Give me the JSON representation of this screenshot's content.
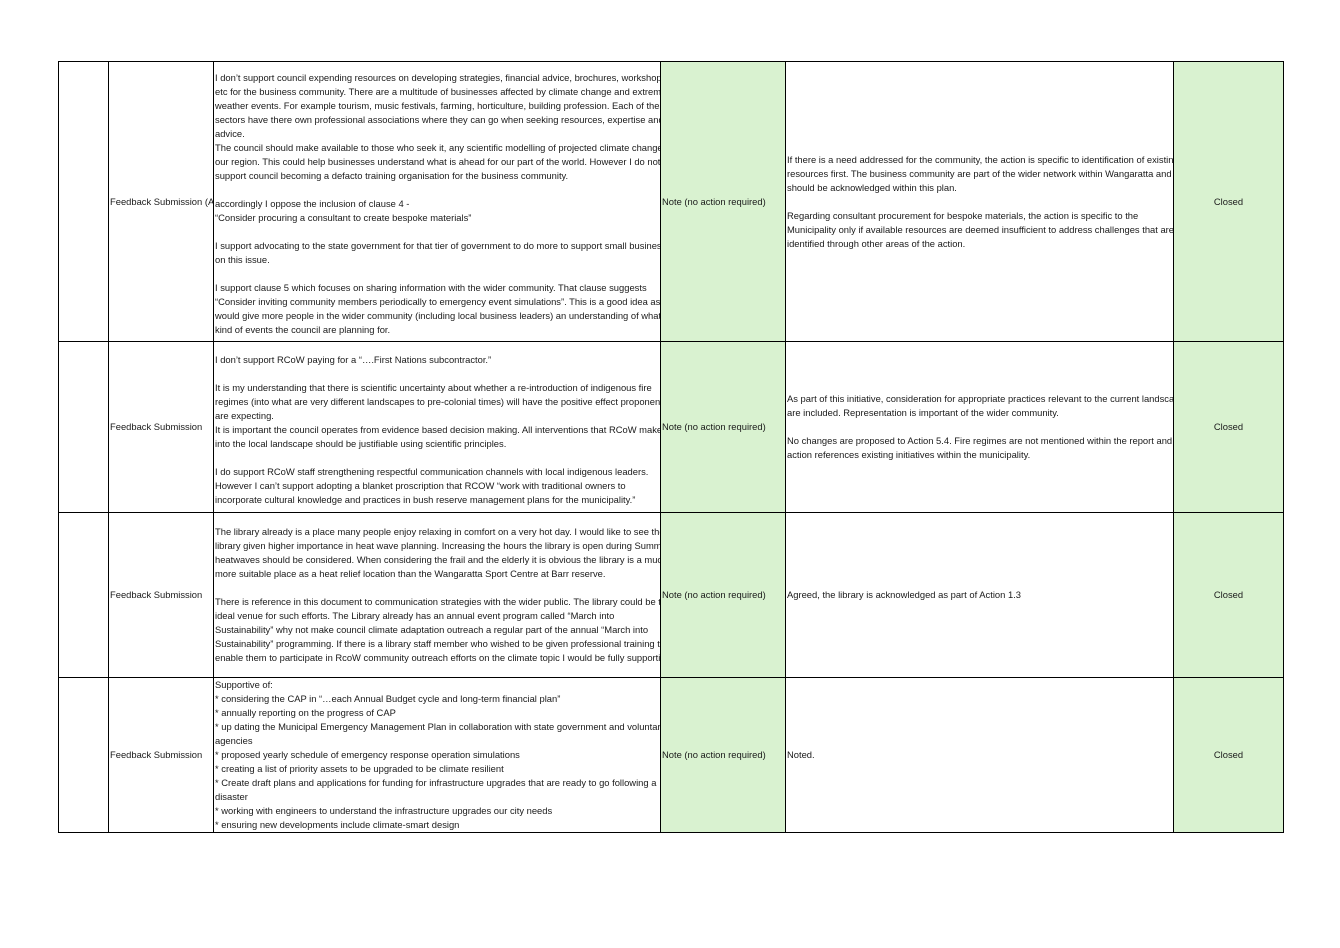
{
  "rows": [
    {
      "id": "",
      "submission_type": "Feedback Submission (Ac",
      "comment_lines": [
        "I don’t support council expending resources on developing strategies, financial advice, brochures, workshops",
        "etc for the business community. There are a multitude of businesses affected by climate change and extreme",
        "weather events. For example tourism, music festivals, farming, horticulture, building profession. Each of these",
        "sectors have there own professional associations where they can go when seeking resources, expertise and",
        "advice.",
        "The council should make available to those who seek it, any scientific modelling of projected climate change in",
        "our region. This could  help businesses understand what is ahead for our part of the world. However I do not",
        "support council becoming a defacto training organisation for the business community.",
        "",
        "accordingly I oppose the inclusion of clause 4  -",
        "“Consider procuring a consultant to create bespoke materials”",
        "",
        "I support advocating to the state government for that tier of government to do more to support small businesses",
        "on this issue.",
        "",
        "I support clause 5 which focuses on sharing information with the wider community. That clause suggests",
        "“Consider inviting community members periodically to emergency event simulations”. This is a good idea as it",
        "would give more people in the wider community (including local business leaders) an understanding of what",
        "kind of events the council are planning for."
      ],
      "action": "Note (no action required)",
      "response_lines": [
        "If there is a need addressed for the community, the action is specific to identification of existing",
        "resources first. The business community are part of the wider network within Wangaratta and",
        "should be acknowledged within this plan.",
        "",
        "Regarding consultant procurement for bespoke materials, the action is specific to the",
        "Municipality only if available resources are deemed insufficient to address challenges that are",
        "identified through other areas of the action."
      ],
      "status": "Closed"
    },
    {
      "id": "",
      "submission_type": "Feedback Submission",
      "comment_lines": [
        "I don’t support  RCoW paying for a “….First Nations subcontractor.”",
        "",
        "It is my understanding that there is scientific uncertainty about whether a re-introduction of indigenous fire",
        "regimes (into what are very different landscapes to pre-colonial times) will have the positive effect proponents",
        "are expecting.",
        "It is important the council operates from evidence based decision making. All interventions that RCoW make",
        "into the local landscape should be justifiable using scientific principles.",
        "",
        "I do support RCoW staff strengthening respectful communication channels with local indigenous leaders.",
        "However I can’t support adopting a blanket proscription that RCOW  “work with traditional owners to",
        "incorporate cultural knowledge and practices in bush reserve management plans for the municipality.”"
      ],
      "action": "Note (no action required)",
      "response_lines": [
        "As part of this initiative, consideration for appropriate practices relevant to the current landscape",
        "are included. Representation is important of the wider community.",
        "",
        "No changes are proposed to Action 5.4. Fire regimes are not mentioned within the report and",
        "action references existing initiatives within the municipality."
      ],
      "status": "Closed"
    },
    {
      "id": "",
      "submission_type": "Feedback Submission",
      "comment_lines": [
        "The library already is a place many people enjoy relaxing in comfort on a very hot day. I would like to see the",
        "library given higher importance in heat wave planning. Increasing the hours the library is open during Summer",
        "heatwaves should be considered. When considering the frail and the elderly it is obvious the library is a much",
        "more suitable place as a heat relief location than the Wangaratta Sport Centre at Barr reserve.",
        "",
        "There is reference in this document to communication strategies with the wider public. The library could be the",
        "ideal venue for such efforts. The Library already has an annual event program called    “March into",
        "Sustainability” why not make council climate adaptation outreach a regular part of the annual “March into",
        "Sustainability” programming. If there is a library staff member who wished to be given professional training to",
        "enable them to participate in RcoW community outreach efforts on the climate topic I would be  fully supportive."
      ],
      "action": "Note (no action required)",
      "response_lines": [
        "Agreed, the library is acknowledged as part of Action 1.3"
      ],
      "status": "Closed"
    },
    {
      "id": "",
      "submission_type": "Feedback Submission",
      "comment_lines": [
        "Supportive of:",
        "*  considering the CAP in “…each Annual Budget cycle and long-term financial plan”",
        "*  annually reporting on the progress of CAP",
        "*  up dating the Municipal Emergency Management Plan in collaboration with state government and voluntary",
        "agencies",
        "*  proposed yearly schedule of emergency response operation simulations",
        "*  creating a list of priority assets to be upgraded to be climate resilient",
        "*  Create draft plans and applications for funding for infrastructure upgrades that are ready to go following a",
        "disaster",
        "*  working with engineers to understand the infrastructure upgrades our city needs",
        "*  ensuring new developments include climate-smart design"
      ],
      "action": "Note (no action required)",
      "response_lines": [
        "Noted."
      ],
      "status": "Closed"
    }
  ],
  "colors": {
    "highlight_fill": "#d9f2d0",
    "border": "#000000"
  }
}
